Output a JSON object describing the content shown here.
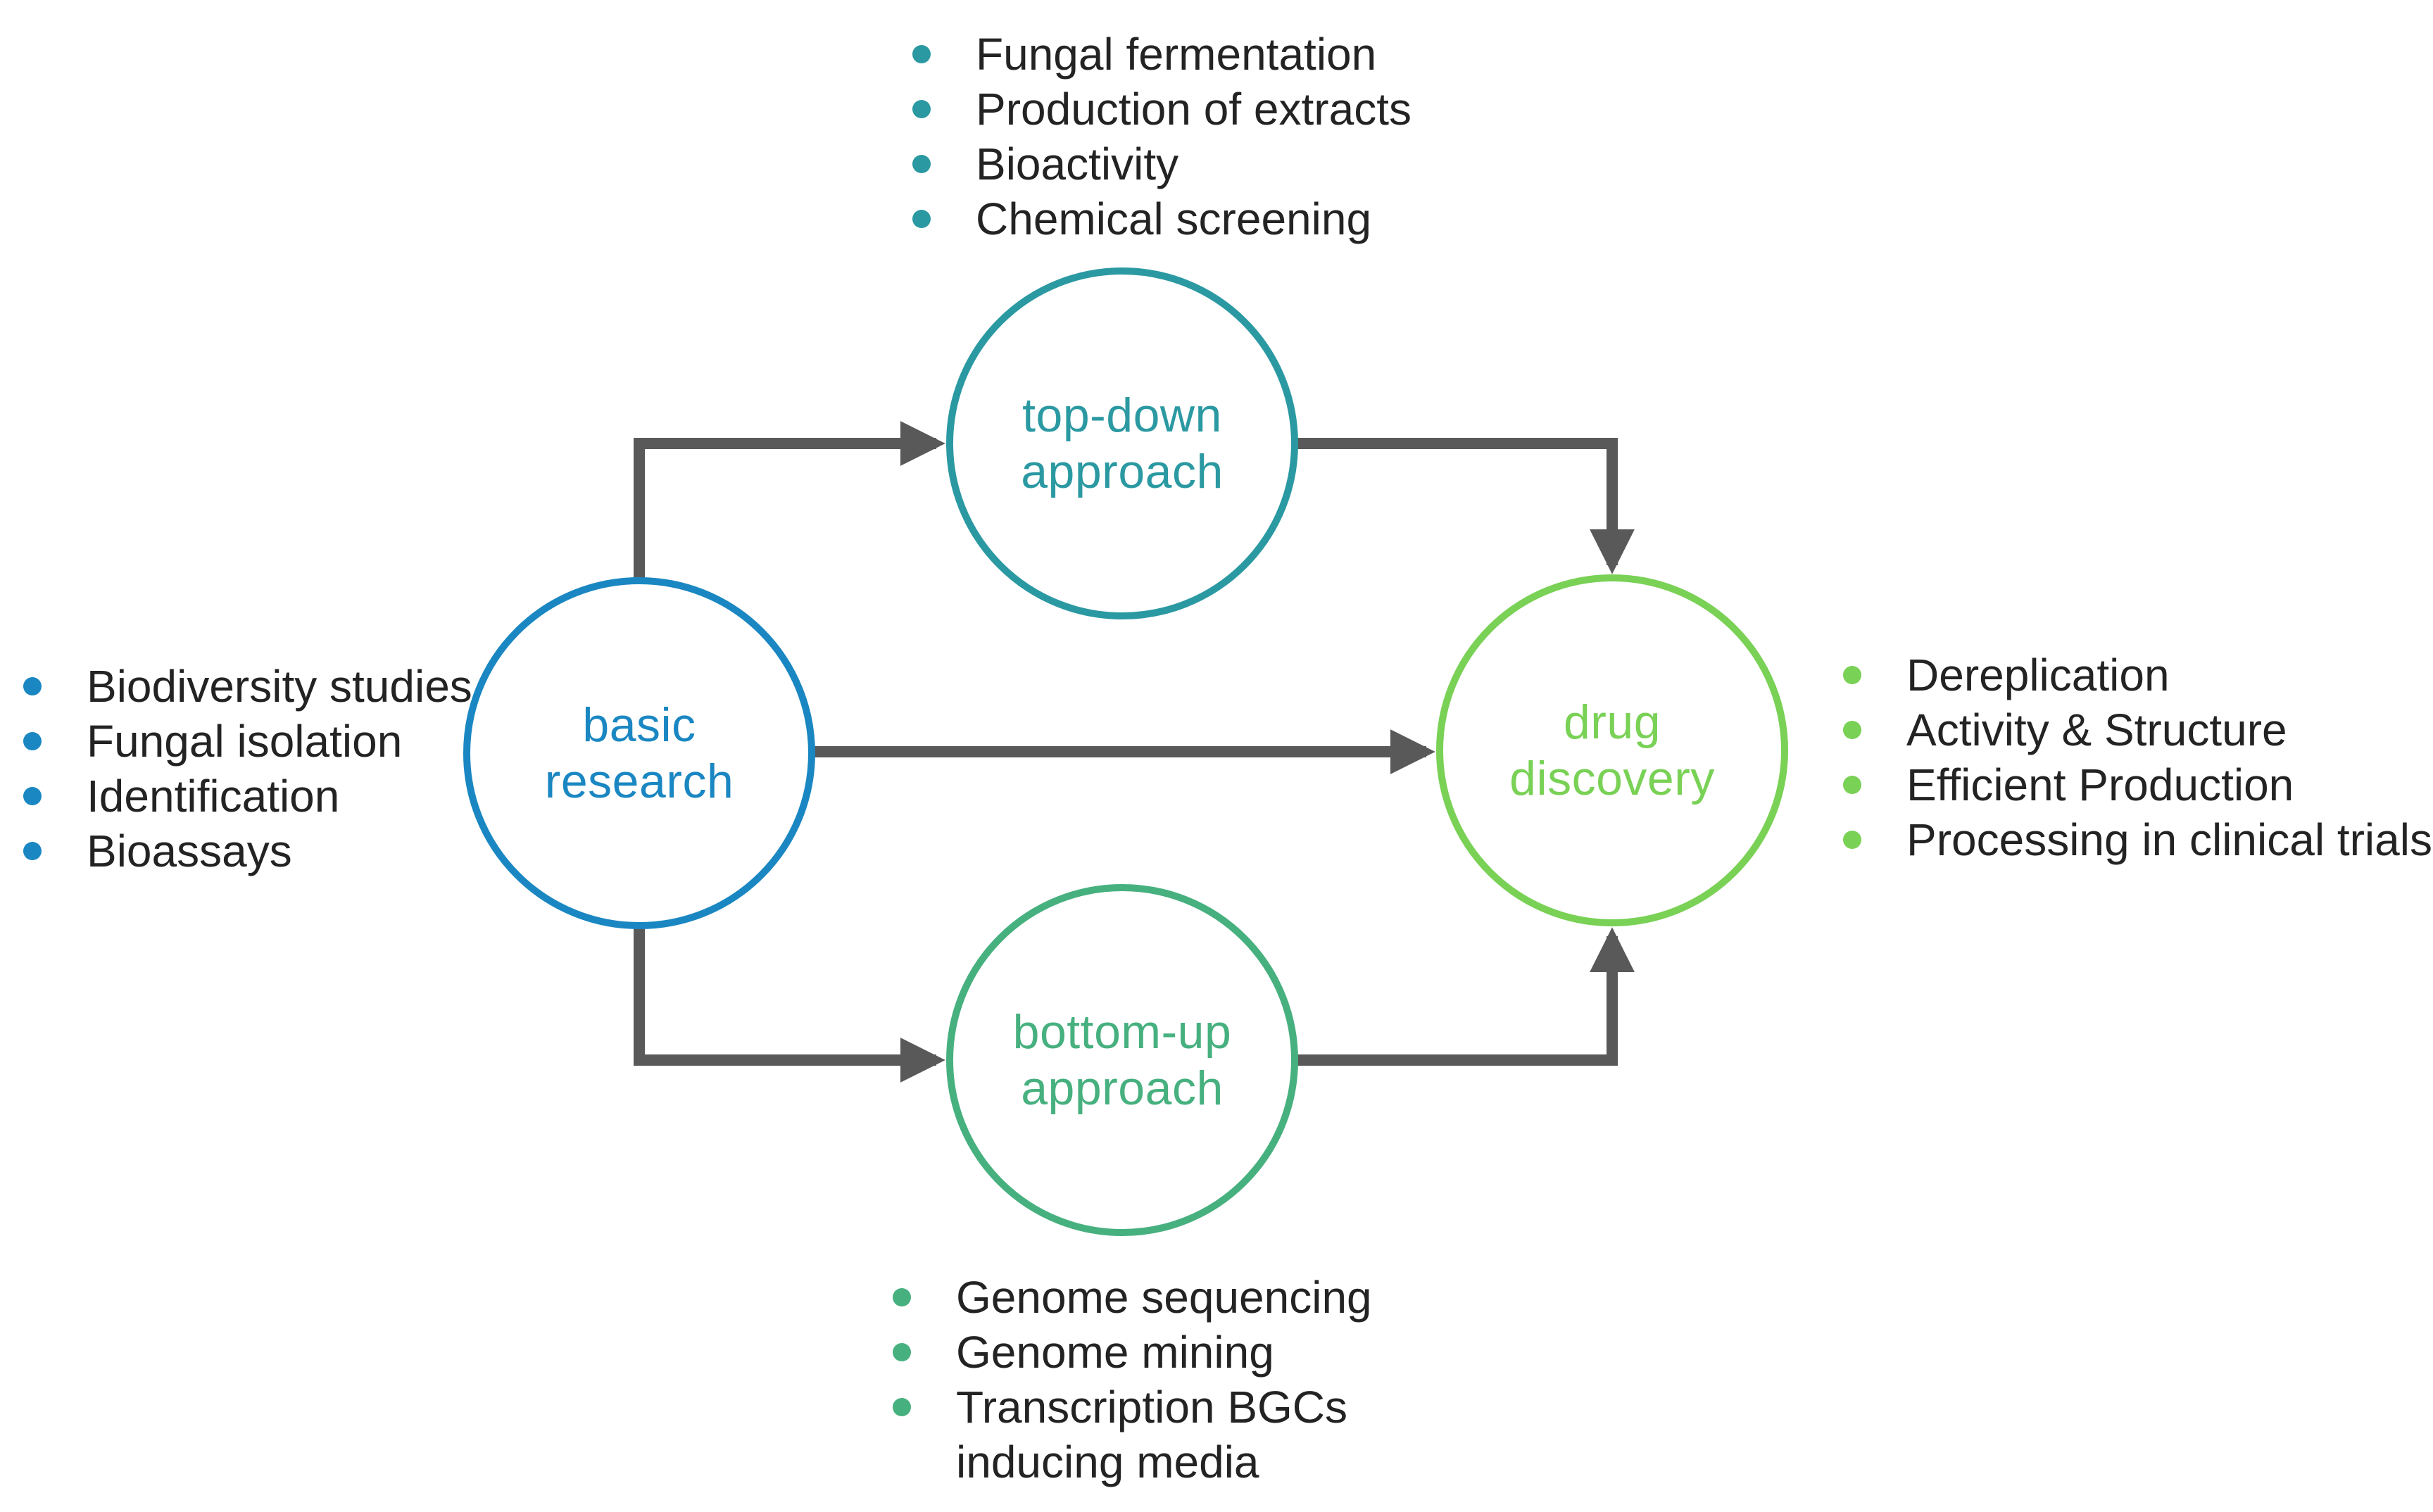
{
  "colors": {
    "blue": "#1A87C2",
    "teal": "#2B99A2",
    "green": "#47B07F",
    "lightgreen": "#79D155",
    "arrow": "#595959",
    "text": "#232323"
  },
  "nodes": {
    "basic_research": {
      "label": "basic\nresearch"
    },
    "top_down": {
      "label": "top-down\napproach"
    },
    "bottom_up": {
      "label": "bottom-up\napproach"
    },
    "drug_discovery": {
      "label": "drug\ndiscovery"
    }
  },
  "lists": {
    "top": {
      "items": [
        "Fungal fermentation",
        "Production of extracts",
        "Bioactivity",
        "Chemical screening"
      ]
    },
    "left": {
      "items": [
        "Biodiversity studies",
        "Fungal isolation",
        "Identification",
        "Bioassays"
      ]
    },
    "right": {
      "items": [
        "Dereplication",
        "Activity & Structure",
        "Efficient Production",
        "Processing in clinical trials"
      ]
    },
    "bottom": {
      "items": [
        "Genome sequencing",
        "Genome mining",
        "Transcription BGCs\ninducing media"
      ]
    }
  }
}
